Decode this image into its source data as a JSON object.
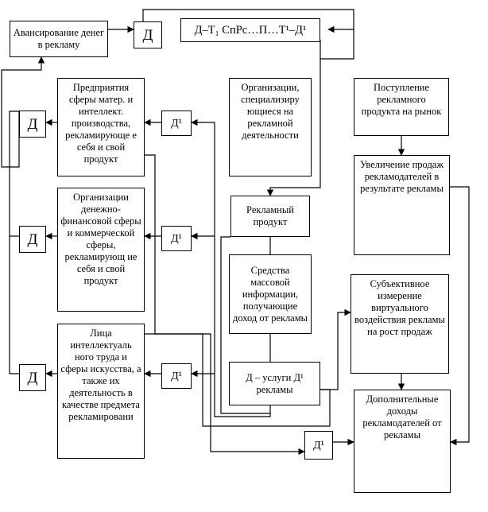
{
  "boxes": {
    "advance": "Авансирование денег в рекламу",
    "d_top": "Д",
    "formula": "Д–Т₁ СпРс…П…Т¹–Д¹",
    "ent_material": "Предприятия сферы матер. и интеллект. производства, рекламирующе е себя и свой продукт",
    "ent_finance": "Организации денежно-финансовой сферы и коммерческой сферы, рекламирующ ие себя и свой продукт",
    "ent_persons": "Лица интеллектуаль ного труда и сферы искусства, а также их деятельность в качестве предмета рекламировани",
    "ad_orgs": "Организации, специализиру ющиеся на рекламной деятельности",
    "ad_product": "Рекламный продукт",
    "media": "Средства массовой информации, получающие доход от рекламы",
    "services": "Д – услуги Д¹ рекламы",
    "arrival": "Поступление рекламного продукта на рынок",
    "sales_increase": "Увеличение продаж рекламодателей в результате рекламы",
    "subjective": "Субъективное измерение виртуального воздействия рекламы на рост продаж",
    "extra_income": "Дополнительные доходы рекламодателей от рекламы"
  },
  "tokens": {
    "d": "Д",
    "d1": "Д¹"
  }
}
